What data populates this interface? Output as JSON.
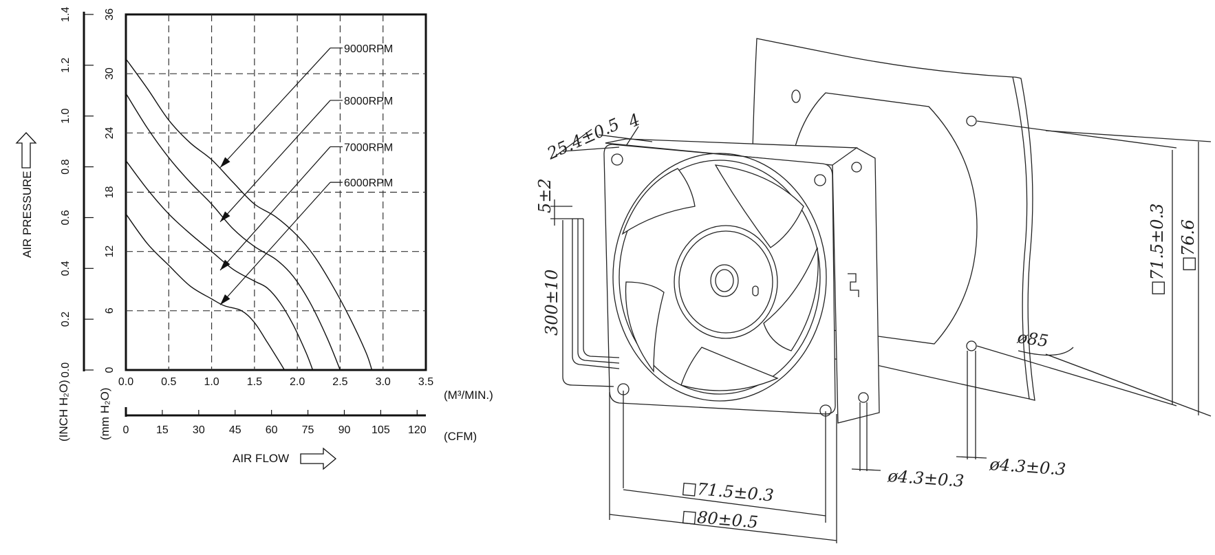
{
  "chart_data": {
    "type": "line",
    "x_primary": {
      "label": "(M³/MIN.)",
      "ticks": [
        "0.0",
        "0.5",
        "1.0",
        "1.5",
        "2.0",
        "2.5",
        "3.0",
        "3.5"
      ],
      "range": [
        0,
        3.5
      ]
    },
    "x_secondary": {
      "label": "(CFM)",
      "ticks": [
        "0",
        "15",
        "30",
        "45",
        "60",
        "75",
        "90",
        "105",
        "120"
      ]
    },
    "y_primary": {
      "label": "(mm H₂O)",
      "ticks": [
        "0",
        "6",
        "12",
        "18",
        "24",
        "30",
        "36"
      ],
      "range": [
        0,
        36
      ]
    },
    "y_secondary": {
      "label": "(INCH H₂O)",
      "ticks": [
        "0.0",
        "0.2",
        "0.4",
        "0.6",
        "0.8",
        "1.0",
        "1.2",
        "1.4"
      ]
    },
    "y_title": "AIR PRESSURE",
    "x_title": "AIR FLOW",
    "grid": true,
    "series": [
      {
        "name": "9000RPM",
        "x": [
          0,
          0.25,
          0.5,
          0.75,
          1.0,
          1.25,
          1.5,
          1.75,
          2.0,
          2.2,
          2.4,
          2.6,
          2.8,
          2.87
        ],
        "y": [
          31.5,
          28.5,
          25.3,
          23.0,
          21.3,
          19.0,
          16.8,
          15.5,
          13.6,
          11.5,
          8.7,
          5.5,
          1.8,
          0
        ],
        "label_y": 32.6,
        "arrow_to": [
          1.1,
          20.5
        ]
      },
      {
        "name": "8000RPM",
        "x": [
          0,
          0.25,
          0.5,
          0.75,
          1.0,
          1.25,
          1.5,
          1.75,
          1.95,
          2.15,
          2.35,
          2.5
        ],
        "y": [
          28.0,
          24.5,
          21.5,
          19.0,
          16.8,
          14.3,
          12.5,
          11.2,
          9.5,
          6.8,
          3.2,
          0
        ],
        "label_y": 27.3,
        "arrow_to": [
          1.1,
          15.0
        ]
      },
      {
        "name": "7000RPM",
        "x": [
          0,
          0.25,
          0.5,
          0.75,
          1.0,
          1.25,
          1.5,
          1.65,
          1.8,
          1.95,
          2.1,
          2.18
        ],
        "y": [
          21.2,
          18.3,
          15.8,
          13.8,
          12.0,
          10.2,
          9.0,
          8.3,
          6.8,
          4.6,
          1.8,
          0
        ],
        "label_y": 22.6,
        "arrow_to": [
          1.1,
          10.1
        ]
      },
      {
        "name": "6000RPM",
        "x": [
          0,
          0.25,
          0.5,
          0.75,
          1.0,
          1.15,
          1.35,
          1.5,
          1.65,
          1.78,
          1.85
        ],
        "y": [
          15.8,
          12.8,
          10.6,
          8.5,
          7.2,
          6.5,
          6.0,
          4.8,
          2.8,
          1.0,
          0
        ],
        "label_y": 19.0,
        "arrow_to": [
          1.1,
          6.6
        ]
      }
    ]
  },
  "drawing": {
    "dim_width_inner": "□71.5±0.3",
    "dim_width_outer": "□80±0.5",
    "dim_thickness": "25.4±0.5",
    "dim_flange": "4",
    "dim_lead_strip": "5±2",
    "dim_lead_length": "300±10",
    "dim_hole_front": "ø4.3±0.3",
    "dim_hole_back": "ø4.3±0.3",
    "dim_vertical_inner": "□71.5±0.3",
    "dim_vertical_outer": "□76.6",
    "dim_diameter": "ø85"
  }
}
